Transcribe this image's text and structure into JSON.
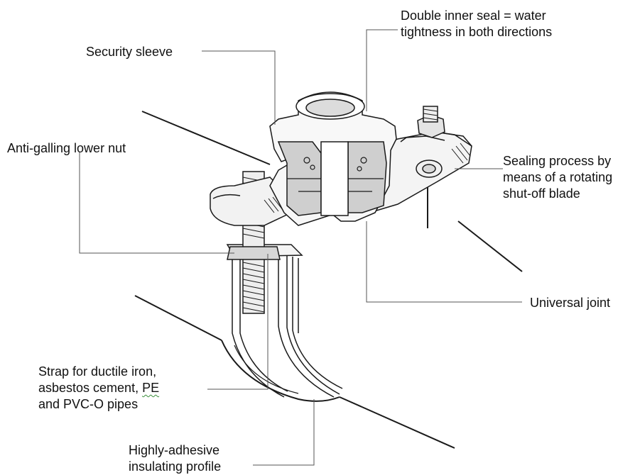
{
  "labels": {
    "double_seal": [
      "Double inner seal = water",
      "tightness in both directions"
    ],
    "security_sleeve": [
      "Security sleeve"
    ],
    "anti_galling": [
      "Anti-galling lower nut"
    ],
    "sealing_process": [
      "Sealing process by",
      "means of a rotating",
      "shut-off blade"
    ],
    "universal_joint": [
      "Universal joint"
    ],
    "strap": [
      "Strap for ductile iron,",
      "asbestos cement, ",
      "PE",
      "and PVC-O pipes"
    ],
    "adhesive_profile": [
      "Highly-adhesive",
      "insulating profile"
    ]
  },
  "colors": {
    "ink": "#111111",
    "callout_line": "#555555",
    "drawing_stroke": "#1a1a1a",
    "shade": "#cfcfcf",
    "spellcheck": "#3a8f3a"
  }
}
